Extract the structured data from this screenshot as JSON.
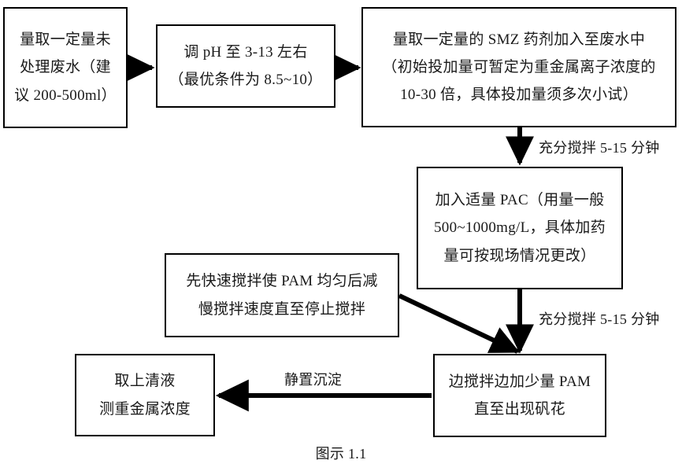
{
  "figure": {
    "caption": "图示 1.1",
    "stroke_color": "#000000",
    "text_color": "#1a1a1a",
    "background": "#ffffff"
  },
  "nodes": [
    {
      "id": "measure-wastewater",
      "lines": [
        "量取一定量未",
        "处理废水（建",
        "议 200-500ml）"
      ]
    },
    {
      "id": "adjust-ph",
      "lines": [
        "调 pH 至 3-13 左右",
        "（最优条件为 8.5~10）"
      ]
    },
    {
      "id": "add-smz",
      "lines": [
        "量取一定量的 SMZ 药剂加入至废水中",
        "（初始投加量可暂定为重金属离子浓度的",
        "10-30 倍，具体投加量须多次小试）"
      ]
    },
    {
      "id": "add-pac",
      "lines": [
        "加入适量 PAC（用量一般",
        "500~1000mg/L，具体加药",
        "量可按现场情况更改）"
      ]
    },
    {
      "id": "pam-stir-note",
      "lines": [
        "先快速搅拌使 PAM 均匀后减",
        "慢搅拌速度直至停止搅拌"
      ]
    },
    {
      "id": "add-pam",
      "lines": [
        "边搅拌边加少量 PAM",
        "直至出现矾花"
      ]
    },
    {
      "id": "take-supernatant",
      "lines": [
        "取上清液",
        "测重金属浓度"
      ]
    }
  ],
  "edge_labels": [
    {
      "id": "stir-label-1",
      "text": "充分搅拌 5-15 分钟"
    },
    {
      "id": "stir-label-2",
      "text": "充分搅拌 5-15 分钟"
    },
    {
      "id": "settle-label",
      "text": "静置沉淀"
    }
  ]
}
